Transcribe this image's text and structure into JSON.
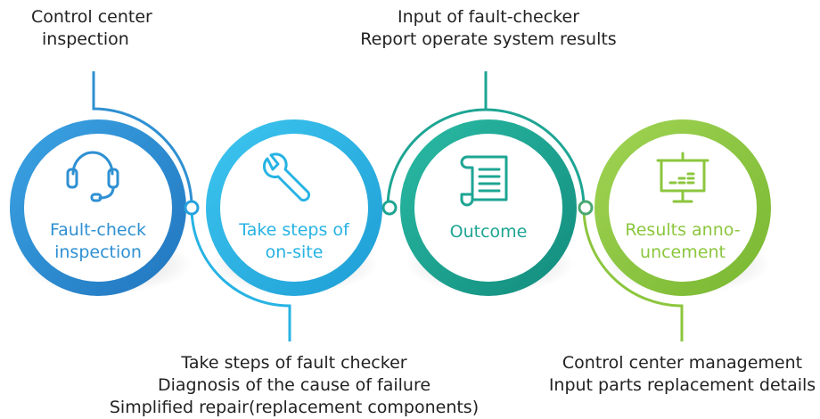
{
  "steps": [
    {
      "title_lines": [
        "Fault-check",
        "inspection"
      ],
      "icon": "headset-icon",
      "color": "#2f90d2"
    },
    {
      "title_lines": [
        "Take steps of",
        "on-site"
      ],
      "icon": "wrench-icon",
      "color": "#27b3e3"
    },
    {
      "title_lines": [
        "Outcome"
      ],
      "icon": "scroll-document-icon",
      "color": "#1ea593"
    },
    {
      "title_lines": [
        "Results anno-",
        "uncement"
      ],
      "icon": "presentation-board-icon",
      "color": "#8cc63e"
    }
  ],
  "annotations": {
    "top_left": [
      "Control center",
      "inspection"
    ],
    "top_middle": [
      "Input of fault-checker",
      "Report operate system results"
    ],
    "bottom_middle": [
      "Take steps of fault checker",
      "Diagnosis of the cause of failure",
      "Simplified repair(replacement components)"
    ],
    "bottom_right": [
      "Control center management",
      "Input parts replacement details"
    ]
  }
}
